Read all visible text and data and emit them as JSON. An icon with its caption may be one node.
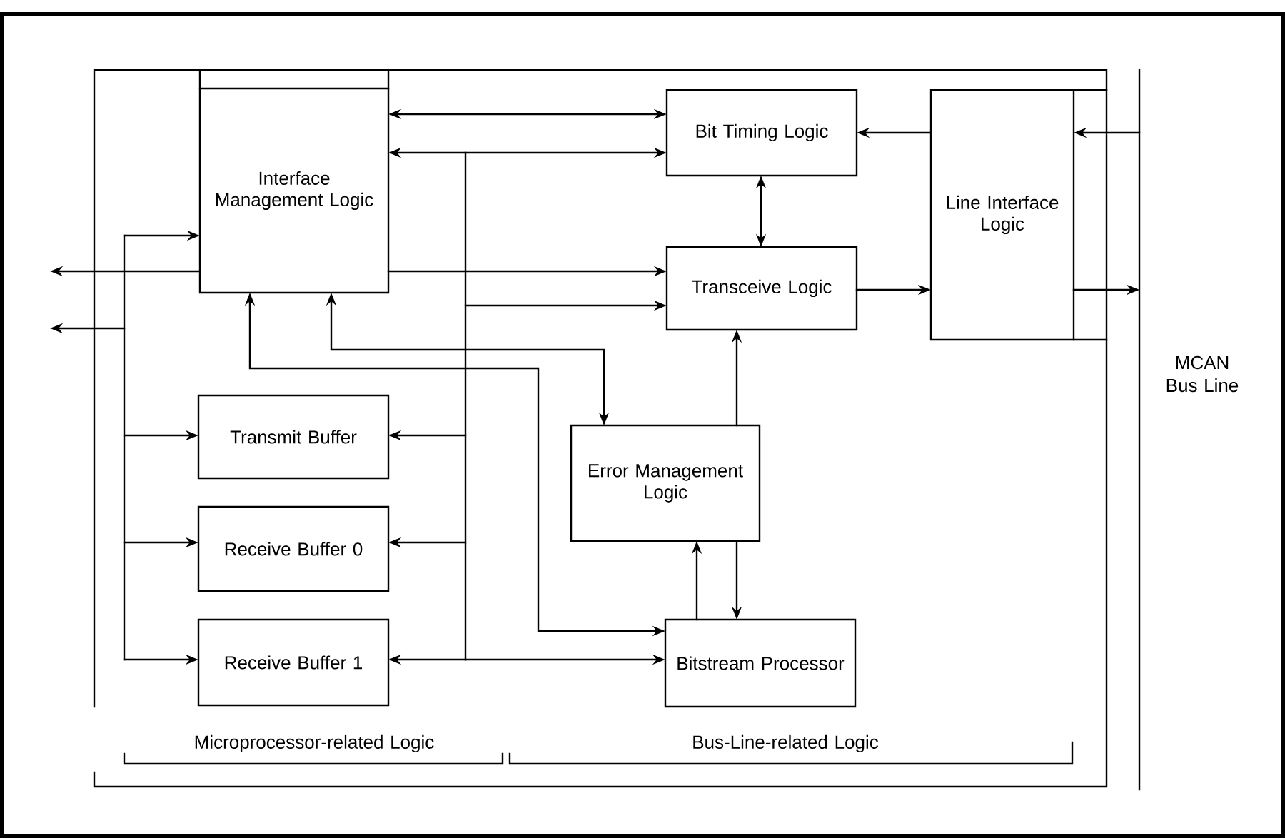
{
  "diagram": {
    "nodes": [
      {
        "text": [
          "Interface Management Logic"
        ]
      },
      {
        "text": [
          "Bit Timing Logic"
        ]
      },
      {
        "text": [
          "Transceive Logic"
        ]
      },
      {
        "text": [
          "Line Interface Logic"
        ]
      },
      {
        "text": [
          "Error Management Logic"
        ]
      },
      {
        "text": [
          "Transmit Buffer"
        ]
      },
      {
        "text": [
          "Receive Buffer 0"
        ]
      },
      {
        "text": [
          "Receive Buffer 1"
        ]
      },
      {
        "text": [
          "Bitstream Processor"
        ]
      }
    ],
    "edges": [
      {
        "from": 0,
        "to": 1,
        "arrow": "both"
      },
      {
        "from": 0,
        "to": 1,
        "arrow": "both"
      },
      {
        "from": 0,
        "to": 2,
        "arrow": "to"
      },
      {
        "from": null,
        "to": 2,
        "arrow": "to"
      },
      {
        "from": 1,
        "to": 2,
        "arrow": "both"
      },
      {
        "from": 3,
        "to": 1,
        "arrow": "to"
      },
      {
        "from": 2,
        "to": 3,
        "arrow": "to"
      },
      {
        "from": null,
        "to": 3,
        "arrow": "to"
      },
      {
        "from": 3,
        "to": null,
        "arrow": "to"
      },
      {
        "from": 4,
        "to": 2,
        "arrow": "to"
      },
      {
        "from": 0,
        "to": 4,
        "arrow": "both"
      },
      {
        "from": 0,
        "to": 8,
        "arrow": "both"
      },
      {
        "from": 8,
        "to": 4,
        "arrow": "to"
      },
      {
        "from": 4,
        "to": 8,
        "arrow": "to"
      },
      {
        "from": null,
        "to": 5,
        "arrow": "to"
      },
      {
        "from": null,
        "to": 6,
        "arrow": "to"
      },
      {
        "from": null,
        "to": 7,
        "arrow": "to"
      },
      {
        "from": null,
        "to": 8,
        "arrow": "to"
      },
      {
        "from": null,
        "to": 0,
        "arrow": "to"
      },
      {
        "from": null,
        "to": 5,
        "arrow": "to"
      },
      {
        "from": null,
        "to": 6,
        "arrow": "to"
      },
      {
        "from": null,
        "to": 7,
        "arrow": "to"
      },
      {
        "from": 0,
        "to": null,
        "arrow": "to"
      }
    ],
    "labels": [
      "Microprocessor-related Logic",
      "Bus-Line-related Logic",
      "MCAN Bus Line"
    ]
  }
}
